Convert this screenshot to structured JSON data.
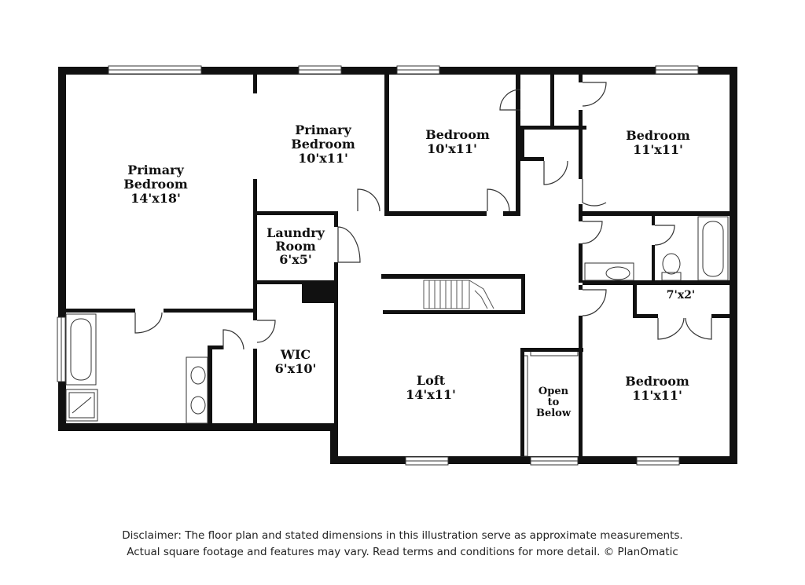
{
  "rooms": {
    "primary_bedroom_main": {
      "name_line1": "Primary",
      "name_line2": "Bedroom",
      "dims": "14'x18'"
    },
    "primary_bedroom_sitting": {
      "name_line1": "Primary",
      "name_line2": "Bedroom",
      "dims": "10'x11'"
    },
    "bedroom_top_center": {
      "name": "Bedroom",
      "dims": "10'x11'"
    },
    "bedroom_top_right": {
      "name": "Bedroom",
      "dims": "11'x11'"
    },
    "laundry": {
      "name_line1": "Laundry",
      "name_line2": "Room",
      "dims": "6'x5'"
    },
    "wic": {
      "name": "WIC",
      "dims": "6'x10'"
    },
    "loft": {
      "name": "Loft",
      "dims": "14'x11'"
    },
    "open_to_below": {
      "line1": "Open",
      "line2": "to",
      "line3": "Below"
    },
    "closet_small": {
      "dims": "7'x2'"
    },
    "bedroom_bottom_right": {
      "name": "Bedroom",
      "dims": "11'x11'"
    }
  },
  "disclaimer": {
    "line1": "Disclaimer: The floor plan and stated dimensions in this illustration serve as approximate measurements.",
    "line2": "Actual square footage and features may vary. Read terms and conditions for more detail. © PlanOmatic"
  }
}
